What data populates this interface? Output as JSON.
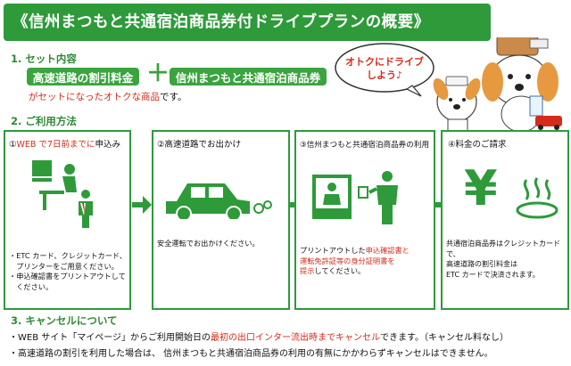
{
  "title": "《信州まつもと共通宿泊商品券付ドライブプランの概要》",
  "bubble": "オトクにドライブしよう♪",
  "section1": {
    "heading": "1.  セット内容",
    "pill_left": "高速道路の割引料金",
    "plus": "＋",
    "pill_right": "信州まつもと共通宿泊商品券",
    "desc_red": "がセットになったオトクな商品",
    "desc_tail": "です。"
  },
  "section2": {
    "heading": "2.  ご利用方法",
    "steps": [
      {
        "num": "①",
        "title_red": "WEB で7日前までに",
        "title_tail": "申込み",
        "notes": [
          "・ETC カード、クレジットカード、",
          "　プリンターをご用意ください。",
          "・申込確認書をプリントアウトして",
          "　ください。"
        ]
      },
      {
        "title": "②高速道路でお出かけ",
        "notes": [
          "安全運転でお出かけください。"
        ]
      },
      {
        "title": "③信州まつもと共通宿泊商品券の利用",
        "note_pre": "プリントアウトした",
        "note_red1": "申込確認書と",
        "note_red2": "運転免許証等の身分証明書を",
        "note_red3": "提示",
        "note_tail": "してください。"
      },
      {
        "title": "④料金のご請求",
        "yen": "¥",
        "notes": [
          "共通宿泊商品券はクレジットカードで、",
          "高速道路の割引料金は",
          "ETC カードで決済されます。"
        ]
      }
    ]
  },
  "section3": {
    "heading": "3.  キャンセルについて",
    "line1_pre": "・WEB サイト「マイページ」からご利用開始日の",
    "line1_red": "最初の出口インター流出時までキャンセル",
    "line1_tail": "できます。（キャンセル料なし）",
    "line2": "・高速道路の割引を利用した場合は、 信州まつもと共通宿泊商品券の利用の有無にかかわらずキャンセルはできません。"
  },
  "colors": {
    "green": "#2e9a3a",
    "red": "#d62a1a",
    "orange": "#e8a050"
  }
}
